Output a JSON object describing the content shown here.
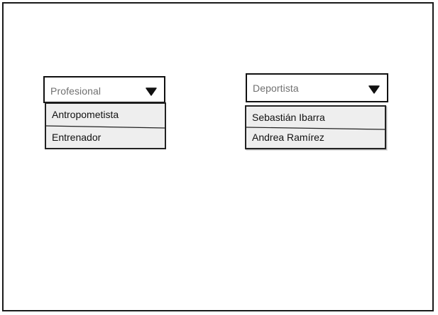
{
  "dropdowns": [
    {
      "placeholder": "Profesional",
      "arrow_icon": "triangle-down-icon",
      "options": [
        "Antropometista",
        "Entrenador"
      ]
    },
    {
      "placeholder": "Deportista",
      "arrow_icon": "triangle-down-icon",
      "options": [
        "Sebastián Ibarra",
        "Andrea Ramírez"
      ]
    }
  ],
  "colors": {
    "border": "#111111",
    "list_background": "#eeeeee",
    "placeholder_text": "#707070"
  }
}
